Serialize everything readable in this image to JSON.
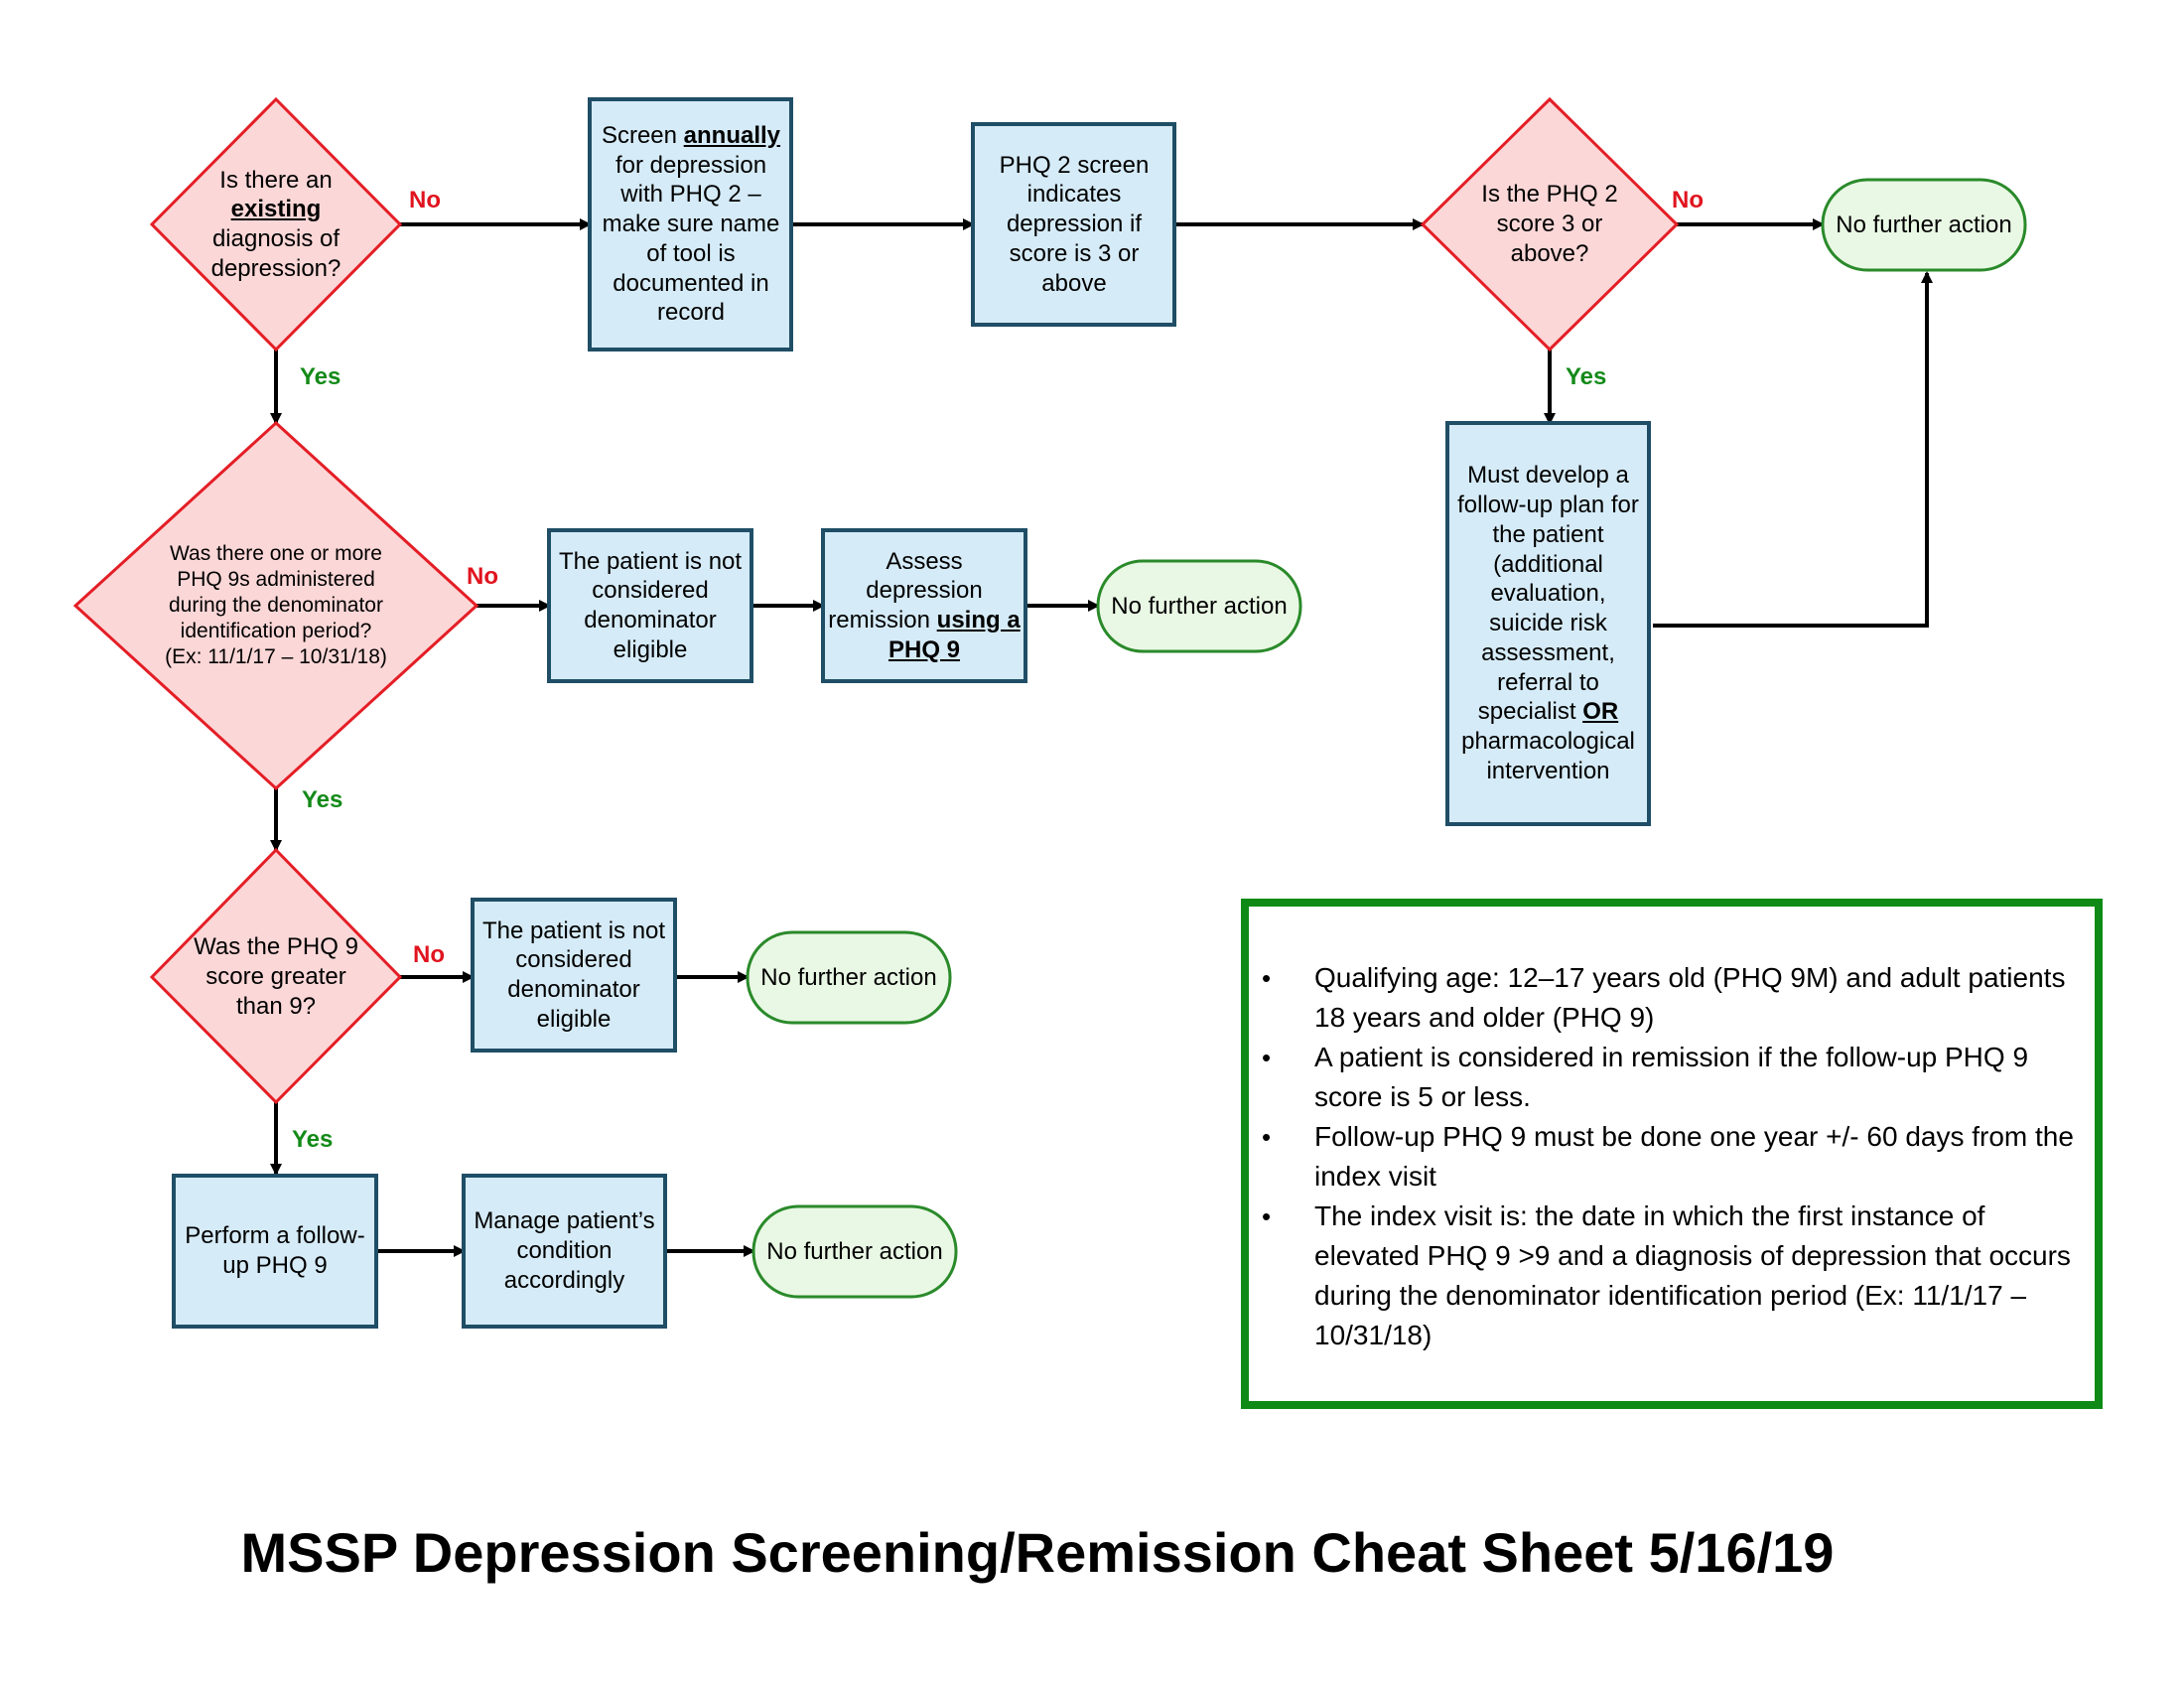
{
  "title": "MSSP Depression Screening/Remission Cheat Sheet 5/16/19",
  "edge_labels": {
    "yes": "Yes",
    "no": "No"
  },
  "colors": {
    "decision_fill": "#fcd7d7",
    "decision_stroke": "#e41e26",
    "process_fill": "#d5ebf7",
    "process_stroke": "#1f4e66",
    "terminal_fill": "#e9f8e4",
    "terminal_stroke": "#2a8a2a",
    "notes_border": "#0f8a16",
    "yes_label": "#138a18",
    "no_label": "#e0141e"
  },
  "nodes": {
    "d1": {
      "pre": "Is there an",
      "em": "existing",
      "post": "diagnosis of depression?"
    },
    "p1": {
      "pre": "Screen",
      "em": "annually",
      "post": "for depression with PHQ 2 – make sure name of tool is documented in record"
    },
    "p2": {
      "text": "PHQ 2 screen indicates depression if score is 3 or above"
    },
    "d4": {
      "text": "Is the PHQ 2 score 3 or above?"
    },
    "t1": {
      "text": "No further action"
    },
    "p7": {
      "pre": "Must develop a follow-up plan for the patient (additional evaluation, suicide risk assessment, referral to specialist",
      "em": "OR",
      "post": "pharmacological intervention"
    },
    "d2": {
      "text": "Was there one or more PHQ 9s administered during the denominator identification period? (Ex: 11/1/17 – 10/31/18)"
    },
    "p3": {
      "text": "The patient is not considered denominator eligible"
    },
    "p4": {
      "pre": "Assess depression remission",
      "em": "using a PHQ 9"
    },
    "t2": {
      "text": "No further action"
    },
    "d3": {
      "text": "Was the PHQ 9 score greater than 9?"
    },
    "p5": {
      "text": "The patient is not considered denominator eligible"
    },
    "t3": {
      "text": "No further action"
    },
    "p6": {
      "text": "Perform a follow-up PHQ 9"
    },
    "p8": {
      "text": "Manage patient’s condition accordingly"
    },
    "t4": {
      "text": "No further action"
    }
  },
  "notes": [
    "Qualifying age:  12–17 years old (PHQ 9M) and adult patients 18 years and older (PHQ 9)",
    "A patient is considered in remission if the follow-up PHQ 9 score is 5 or less.",
    "Follow-up PHQ 9 must be done one year +/- 60 days from the index visit",
    "The index visit is:  the date in which the first instance of elevated PHQ 9 >9 and a diagnosis of depression that occurs during the denominator identification period (Ex: 11/1/17 – 10/31/18)"
  ]
}
